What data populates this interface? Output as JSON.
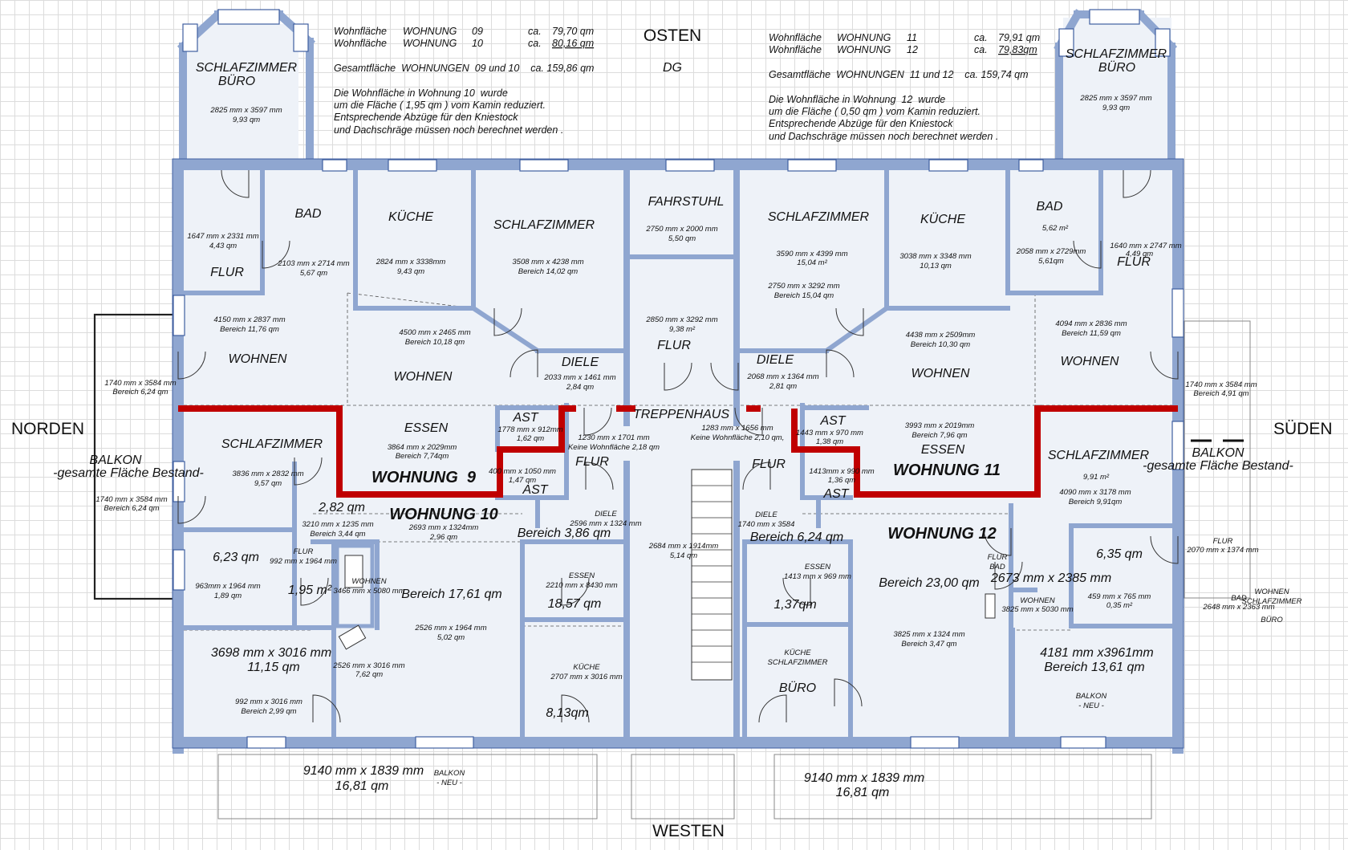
{
  "colors": {
    "wall": "#8fa6d0",
    "wall_stroke": "#3f5fa0",
    "apartment_border": "#c00000",
    "floor": "#eef2f8"
  },
  "directions": {
    "north": "NORDEN",
    "south": "SÜDEN",
    "east": "OSTEN",
    "west": "WESTEN",
    "floor_level": "DG"
  },
  "notes_left": [
    [
      "Wohnfläche",
      "WOHNUNG",
      "09",
      "ca.",
      "79,70 qm"
    ],
    [
      "Wohnfläche",
      "WOHNUNG",
      "10",
      "ca.",
      "80,16 qm"
    ],
    "Gesamtfläche  WOHNUNGEN  09 und 10    ca. 159,86 qm",
    "Die Wohnfläche in Wohnung 10  wurde",
    "um die Fläche ( 1,95 qm ) vom Kamin reduziert.",
    "Entsprechende Abzüge für den Kniestock",
    "und Dachschräge müssen noch berechnet werden ."
  ],
  "notes_right": [
    [
      "Wohnfläche",
      "WOHNUNG",
      "11",
      "ca.",
      "79,91 qm"
    ],
    [
      "Wohnfläche",
      "WOHNUNG",
      "12",
      "ca.",
      "79,83qm"
    ],
    "Gesamtfläche  WOHNUNGEN  11 und 12    ca. 159,74 qm",
    "Die Wohnfläche in Wohnung  12  wurde",
    "um die Fläche ( 0,50 qm ) vom Kamin reduziert.",
    "Entsprechende Abzüge für den Kniestock",
    "und Dachschräge müssen noch berechnet werden ."
  ],
  "apartments": [
    "WOHNUNG  9",
    "WOHNUNG 10",
    "WOHNUNG 11",
    "WOHNUNG 12"
  ],
  "labels": [
    "SCHLAFZIMMER",
    "BÜRO",
    "2825 mm x 3597 mm",
    "9,93 qm",
    "BAD",
    "2103 mm x 2714 mm",
    "5,67 qm",
    "1647 mm x 2331 mm",
    "4,43 qm",
    "FLUR",
    "KÜCHE",
    "2824 mm x 3338mm",
    "9,43 qm",
    "SCHLAFZIMMER",
    "3508 mm x 4238 mm",
    "Bereich 14,02 qm",
    "FAHRSTUHL",
    "2750 mm x 2000 mm",
    "5,50 qm",
    "SCHLAFZIMMER",
    "3590 mm x 4399 mm",
    "15,04 m²",
    "2750 mm x 3292 mm",
    "Bereich  15,04 qm",
    "KÜCHE",
    "3038 mm x 3348 mm",
    "10,13 qm",
    "BAD",
    "5,62 m²",
    "2058 mm x 2729mm",
    "5,61qm",
    "1640 mm x 2747 mm",
    "4,49 qm",
    "FLUR",
    "SCHLAFZIMMER",
    "BÜRO",
    "2825 mm x 3597 mm",
    "9,93 qm",
    "4150 mm x 2837 mm",
    "Bereich 11,76 qm",
    "WOHNEN",
    "4500 mm x 2465 mm",
    "Bereich 10,18 qm",
    "WOHNEN",
    "DIELE",
    "2033 mm x 1461 mm",
    "2,84 qm",
    "2850 mm x 3292 mm",
    "9,38 m²",
    "FLUR",
    "DIELE",
    "2068 mm x 1364 mm",
    "2,81 qm",
    "4438 mm x 2509mm",
    "Bereich  10,30 qm",
    "WOHNEN",
    "4094 mm x 2836 mm",
    "Bereich  11,59 qm",
    "WOHNEN",
    "1740 mm x 3584 mm",
    "Bereich 6,24 qm",
    "1740 mm x 3584 mm",
    "Bereich 4,91 qm",
    "ESSEN",
    "3864 mm x 2029mm",
    "Bereich  7,74qm",
    "AST",
    "1778 mm x 912mm",
    "1,62 qm",
    "1230 mm x 1701 mm",
    "Keine Wohnfläche 2,18 qm",
    "TREPPENHAUS",
    "1283 mm x 1656 mm",
    "Keine Wohnfläche  2,10 qm,",
    "AST",
    "1443 mm x 970 mm",
    "1,38 qm",
    "3993 mm x 2019mm",
    "Bereich  7,96 qm",
    "ESSEN",
    "SCHLAFZIMMER",
    "9,91 m²",
    "4090 mm x 3178 mm",
    "Bereich 9,91qm",
    "BALKON",
    "-gesamte Fläche Bestand-",
    "BALKON",
    "-gesamte Fläche Bestand-",
    "SCHLAFZIMMER",
    "3836 mm x 2832 mm",
    "9,57 qm",
    "FLUR",
    "400 mm x 1050 mm",
    "1,47 qm",
    "AST",
    "FLUR",
    "1413mm x 990 mm",
    "1,36 qm",
    "AST",
    "1740 mm x 3584 mm",
    "Bereich 6,24 qm",
    "FLUR",
    "2070 mm x 1374 mm",
    "2,82 qm",
    "3210 mm x 1235 mm",
    "Bereich  3,44 qm",
    "2693 mm x 1324mm",
    "2,96 qm",
    "DIELE",
    "2596 mm x 1324 mm",
    "Bereich  3,86 qm",
    "DIELE",
    "1740 mm x 3584",
    "Bereich 6,24 qm",
    "BAD",
    "2648 mm x 2363 mm",
    "6,23 qm",
    "963mm x 1964 mm",
    "1,89 qm",
    "FLUR",
    "992 mm x 1964 mm",
    "1,95 m²",
    "WOHNEN",
    "3466 mm x 5080 mm",
    "Bereich   17,61 qm",
    "2526 mm x 1964 mm",
    "5,02 qm",
    "ESSEN",
    "2210 mm x 8430 mm",
    "18,57 qm",
    "2684 mm x 1914mm",
    "5,14 qm",
    "ESSEN",
    "1413 mm x 969 mm",
    "1,37qm",
    "FLUR",
    "BAD",
    "2673 mm x 2385 mm",
    "6,35 qm",
    "459 mm x 765 mm",
    "0,35 m²",
    "WOHNEN",
    "3825 mm x 5030 mm",
    "Bereich  23,00 qm",
    "3825 mm x 1324 mm",
    "Bereich 3,47 qm",
    "WOHNEN",
    "SCHLAFZIMMER",
    "BÜRO",
    "3698 mm x 3016 mm",
    "11,15 qm",
    "992 mm x 3016 mm",
    "Bereich  2,99 qm",
    "2526 mm x 3016 mm",
    "7,62 qm",
    "KÜCHE",
    "2707 mm x 3016 mm",
    "8,13qm",
    "KÜCHE",
    "SCHLAFZIMMER",
    "BÜRO",
    "4181 mm x3961mm",
    "Bereich 13,61 qm",
    "BALKON",
    "- NEU -",
    "9140 mm x 1839 mm",
    "16,81 qm",
    "BALKON",
    "- NEU -",
    "9140 mm x 1839 mm",
    "16,81 qm"
  ]
}
